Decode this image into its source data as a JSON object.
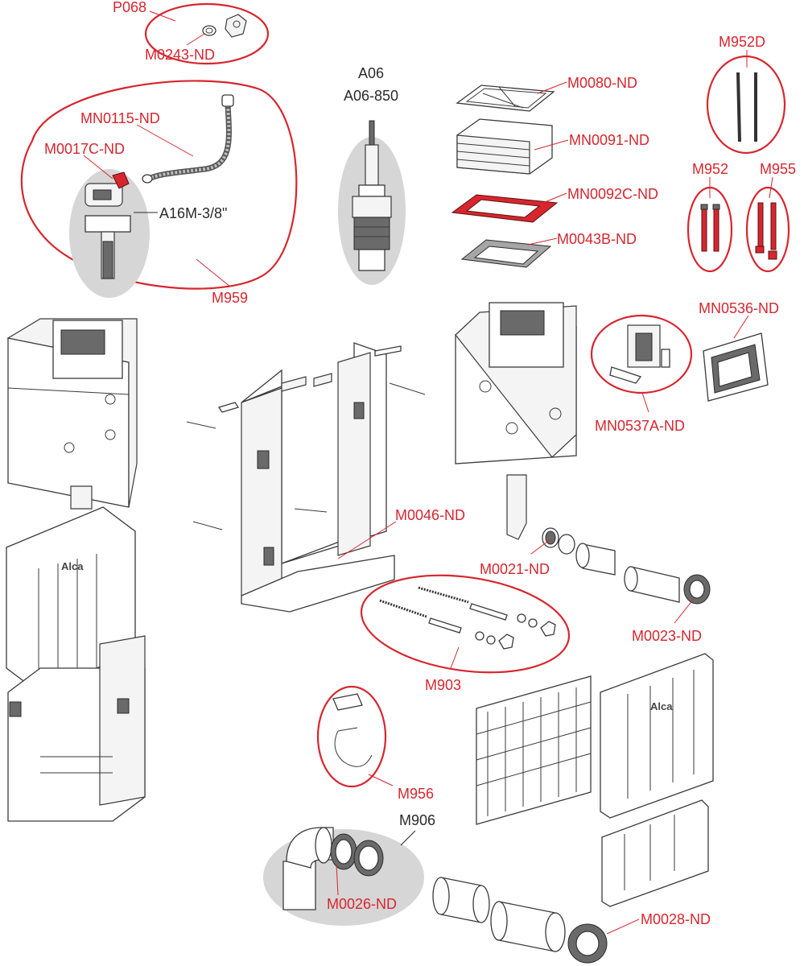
{
  "colors": {
    "accent_red": "#d7262e",
    "label_dark": "#2a2a2a",
    "highlight_gray": "#d6d6d6",
    "line_art": "#3a3a3a"
  },
  "brand": {
    "logo_text": "Alca"
  },
  "labels": {
    "p068": "P068",
    "m0243": "M0243-ND",
    "mn0115": "MN0115-ND",
    "m0017c": "M0017C-ND",
    "a16m": "A16M-3/8\"",
    "m959": "M959",
    "a06": "A06",
    "a06_850": "A06-850",
    "m0080": "M0080-ND",
    "mn0091": "MN0091-ND",
    "mn0092c": "MN0092C-ND",
    "m0043b": "M0043B-ND",
    "m952d": "M952D",
    "m952": "M952",
    "m955": "M955",
    "mn0536": "MN0536-ND",
    "mn0537a": "MN0537A-ND",
    "m0046": "M0046-ND",
    "m0021": "M0021-ND",
    "m0023": "M0023-ND",
    "m903": "M903",
    "m956": "M956",
    "m906": "M906",
    "m0026": "M0026-ND",
    "m0028": "M0028-ND"
  }
}
